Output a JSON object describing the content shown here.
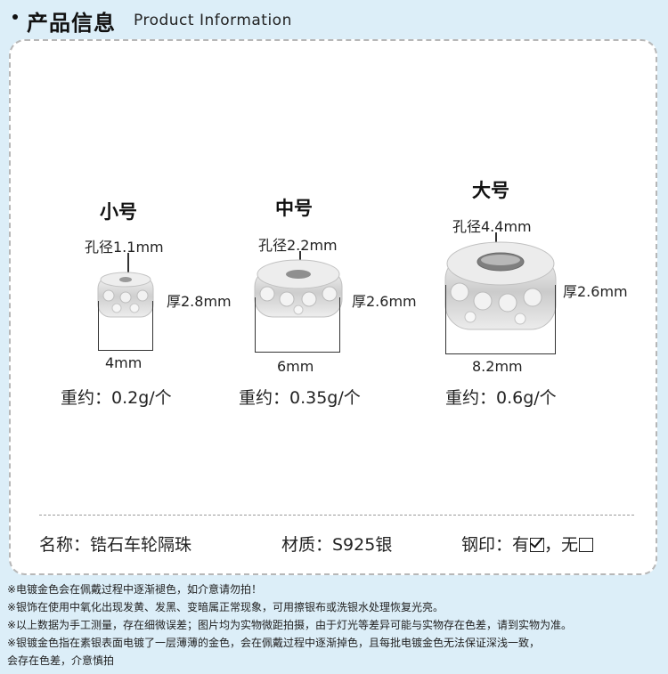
{
  "header": {
    "title_cn": "产品信息",
    "title_en": "Product Information"
  },
  "products": [
    {
      "size": "小号",
      "hole": "孔径1.1mm",
      "thickness": "厚2.8mm",
      "diameter": "4mm",
      "weight": "重约：0.2g/个"
    },
    {
      "size": "中号",
      "hole": "孔径2.2mm",
      "thickness": "厚2.6mm",
      "diameter": "6mm",
      "weight": "重约：0.35g/个"
    },
    {
      "size": "大号",
      "hole": "孔径4.4mm",
      "thickness": "厚2.6mm",
      "diameter": "8.2mm",
      "weight": "重约：0.6g/个"
    }
  ],
  "specs": {
    "name": "名称：锆石车轮隔珠",
    "material": "材质：S925银",
    "stamp_label": "钢印：有",
    "stamp_sep": "，无"
  },
  "colors": {
    "background": "#dceef8",
    "card": "#ffffff",
    "silver": "#d9d9d9"
  },
  "notes": [
    "※电镀金色会在佩戴过程中逐渐褪色，如介意请勿拍！",
    "※银饰在使用中氧化出现发黄、发黑、变暗属正常现象，可用擦银布或洗银水处理恢复光亮。",
    "※以上数据为手工测量，存在细微误差；图片均为实物微距拍摄，由于灯光等差异可能与实物存在色差，请到实物为准。",
    "※银镀金色指在素银表面电镀了一层薄薄的金色，会在佩戴过程中逐渐掉色，且每批电镀金色无法保证深浅一致，",
    "会存在色差，介意慎拍"
  ]
}
